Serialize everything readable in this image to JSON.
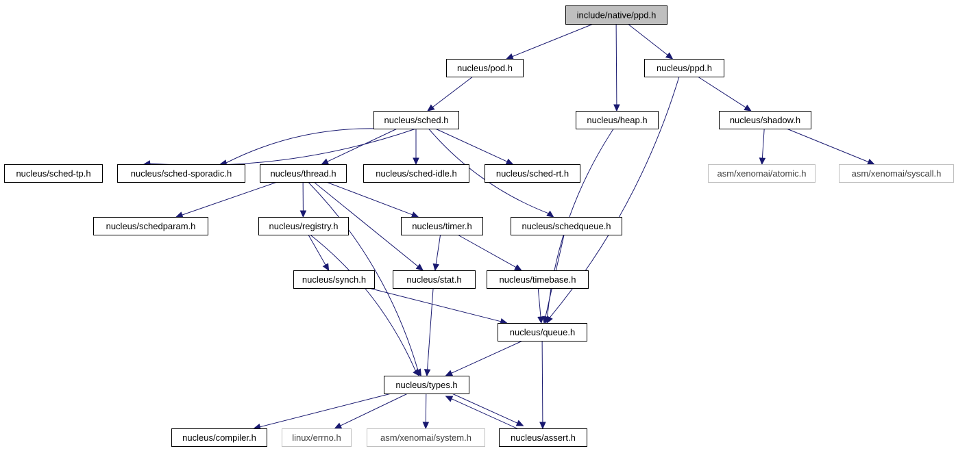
{
  "nodes": {
    "ppd_root": {
      "label": "include/native/ppd.h",
      "style": "root"
    },
    "pod": {
      "label": "nucleus/pod.h",
      "style": "normal"
    },
    "ppd": {
      "label": "nucleus/ppd.h",
      "style": "normal"
    },
    "sched": {
      "label": "nucleus/sched.h",
      "style": "normal"
    },
    "heap": {
      "label": "nucleus/heap.h",
      "style": "normal"
    },
    "shadow": {
      "label": "nucleus/shadow.h",
      "style": "normal"
    },
    "sched_tp": {
      "label": "nucleus/sched-tp.h",
      "style": "normal"
    },
    "sched_sporadic": {
      "label": "nucleus/sched-sporadic.h",
      "style": "normal"
    },
    "thread": {
      "label": "nucleus/thread.h",
      "style": "normal"
    },
    "sched_idle": {
      "label": "nucleus/sched-idle.h",
      "style": "normal"
    },
    "sched_rt": {
      "label": "nucleus/sched-rt.h",
      "style": "normal"
    },
    "atomic": {
      "label": "asm/xenomai/atomic.h",
      "style": "external"
    },
    "syscall": {
      "label": "asm/xenomai/syscall.h",
      "style": "external"
    },
    "schedparam": {
      "label": "nucleus/schedparam.h",
      "style": "normal"
    },
    "registry": {
      "label": "nucleus/registry.h",
      "style": "normal"
    },
    "timer": {
      "label": "nucleus/timer.h",
      "style": "normal"
    },
    "schedqueue": {
      "label": "nucleus/schedqueue.h",
      "style": "normal"
    },
    "synch": {
      "label": "nucleus/synch.h",
      "style": "normal"
    },
    "stat": {
      "label": "nucleus/stat.h",
      "style": "normal"
    },
    "timebase": {
      "label": "nucleus/timebase.h",
      "style": "normal"
    },
    "queue": {
      "label": "nucleus/queue.h",
      "style": "normal"
    },
    "types": {
      "label": "nucleus/types.h",
      "style": "normal"
    },
    "compiler": {
      "label": "nucleus/compiler.h",
      "style": "normal"
    },
    "errno": {
      "label": "linux/errno.h",
      "style": "external"
    },
    "system": {
      "label": "asm/xenomai/system.h",
      "style": "external"
    },
    "assert": {
      "label": "nucleus/assert.h",
      "style": "normal"
    }
  },
  "edges": [
    [
      "ppd_root",
      "pod"
    ],
    [
      "ppd_root",
      "heap"
    ],
    [
      "ppd_root",
      "ppd"
    ],
    [
      "pod",
      "sched"
    ],
    [
      "ppd",
      "shadow"
    ],
    [
      "ppd",
      "queue"
    ],
    [
      "heap",
      "queue"
    ],
    [
      "shadow",
      "atomic"
    ],
    [
      "shadow",
      "syscall"
    ],
    [
      "sched",
      "sched_tp"
    ],
    [
      "sched",
      "sched_sporadic"
    ],
    [
      "sched",
      "thread"
    ],
    [
      "sched",
      "sched_idle"
    ],
    [
      "sched",
      "sched_rt"
    ],
    [
      "sched",
      "schedqueue"
    ],
    [
      "thread",
      "schedparam"
    ],
    [
      "thread",
      "registry"
    ],
    [
      "thread",
      "timer"
    ],
    [
      "thread",
      "stat"
    ],
    [
      "thread",
      "types"
    ],
    [
      "registry",
      "synch"
    ],
    [
      "registry",
      "types"
    ],
    [
      "timer",
      "stat"
    ],
    [
      "timer",
      "timebase"
    ],
    [
      "schedqueue",
      "queue"
    ],
    [
      "synch",
      "queue"
    ],
    [
      "stat",
      "types"
    ],
    [
      "timebase",
      "queue"
    ],
    [
      "queue",
      "types"
    ],
    [
      "queue",
      "assert"
    ],
    [
      "types",
      "compiler"
    ],
    [
      "types",
      "errno"
    ],
    [
      "types",
      "system"
    ],
    [
      "types",
      "assert"
    ],
    [
      "assert",
      "types"
    ]
  ],
  "colors": {
    "root_fill": "#bfbfbf",
    "node_fill": "#ffffff",
    "node_stroke": "#000000",
    "external_stroke": "#bfbfbf",
    "external_text": "#404040",
    "edge": "#191970"
  }
}
